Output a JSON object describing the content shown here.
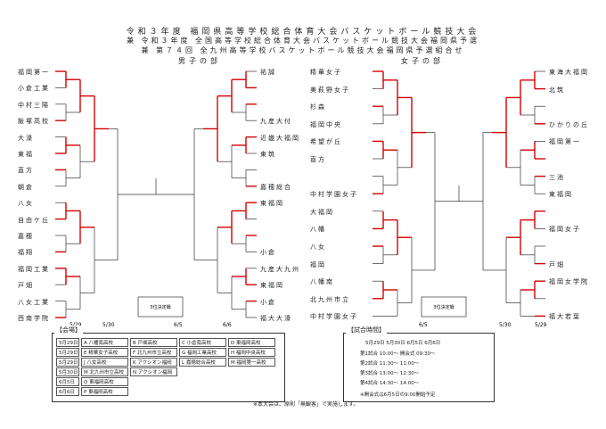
{
  "header": {
    "line1": "令和３年度 福岡県高等学校総合体育大会バスケットボール競技大会",
    "line2": "兼 令和３年度 全国高等学校総合体育大会バスケットボール競技大会福岡県予選",
    "line3": "兼 第７４回 全九州高等学校バスケットボール競技大会福岡県予選組合せ"
  },
  "sections": {
    "boys": "男子の部",
    "girls": "女子の部"
  },
  "boys": {
    "left": [
      "福岡第一",
      "小倉工業",
      "中村三陽",
      "飯塚高校",
      "大濠",
      "東福",
      "直方",
      "朝倉",
      "八女",
      "自由ケ丘",
      "嘉穂",
      "福翔",
      "福岡工業",
      "戸畑",
      "八女工業",
      "西南学院"
    ],
    "right": [
      "祐誠",
      "",
      "",
      "九産大付",
      "近畿大福岡",
      "東筑",
      "",
      "嘉穂総合",
      "東福岡",
      "",
      "",
      "小倉",
      "九産大九州",
      "東福岡",
      "小倉",
      "福大大濠"
    ]
  },
  "girls": {
    "left": [
      "精華女子",
      "美萩野女子",
      "杉森",
      "福岡中央",
      "希望が丘",
      "直方",
      "",
      "中村学園女子",
      "大福岡",
      "八幡",
      "八女",
      "福岡",
      "八幡南",
      "北九州市立",
      "中村学園女子"
    ],
    "right": [
      "東海大福岡",
      "北筑",
      "",
      "ひかりの丘",
      "福岡第一",
      "",
      "三池",
      "東福岡",
      "",
      "福岡女子",
      "",
      "戸畑",
      "福岡女学院",
      "",
      "福大若葉"
    ]
  },
  "dates": [
    "5/29",
    "5/30",
    "6/5",
    "6/6",
    "6/5",
    "5/30",
    "5/29"
  ],
  "finals_box": "3位決定戦",
  "venues": {
    "title": "【会場】",
    "rows": [
      {
        "date": "5月29日",
        "items": [
          {
            "k": "A",
            "v": "八幡南高校"
          },
          {
            "k": "B",
            "v": "戸畑高校"
          },
          {
            "k": "C",
            "v": "小倉南高校"
          },
          {
            "k": "D",
            "v": "東福岡高校"
          }
        ]
      },
      {
        "date": "5月29日",
        "items": [
          {
            "k": "E",
            "v": "精華女子高校"
          },
          {
            "k": "F",
            "v": "北九州市立高校"
          },
          {
            "k": "G",
            "v": "福岡工業高校"
          },
          {
            "k": "H",
            "v": "福岡中央高校"
          }
        ]
      },
      {
        "date": "5月29日",
        "items": [
          {
            "k": "J",
            "v": "八女高校"
          },
          {
            "k": "K",
            "v": "アクシオン福岡"
          },
          {
            "k": "L",
            "v": "嘉穂総合高校"
          },
          {
            "k": "M",
            "v": "福岡第一高校"
          }
        ]
      },
      {
        "date": "5月30日",
        "items": [
          {
            "k": "M",
            "v": "北九州市立高校"
          },
          {
            "k": "N",
            "v": "アクシオン福岡"
          }
        ]
      },
      {
        "date": "6月5日",
        "items": [
          {
            "k": "O",
            "v": "東福岡高校"
          }
        ]
      },
      {
        "date": "6月6日",
        "items": [
          {
            "k": "P",
            "v": "東福岡高校"
          }
        ]
      }
    ]
  },
  "times": {
    "title": "【試合時間】",
    "header": "5月29日 5月30日 6月5日 6月6日",
    "rows": [
      {
        "label": "第1試合",
        "a": "10:00～",
        "b": "開会式",
        "c": "09:30～"
      },
      {
        "label": "第2試合",
        "a": "11:30～",
        "b": "",
        "c": "11:00～"
      },
      {
        "label": "第3試合",
        "a": "13:00～",
        "b": "",
        "c": "12:30～"
      },
      {
        "label": "第4試合",
        "a": "14:30～",
        "b": "",
        "c": "14:00～"
      }
    ],
    "note": "※開会式は6月5日の9:00開始予定"
  },
  "footer": "※本大会は、原則「無観客」で実施します。",
  "colors": {
    "win": "#d40000",
    "line": "#333333"
  }
}
